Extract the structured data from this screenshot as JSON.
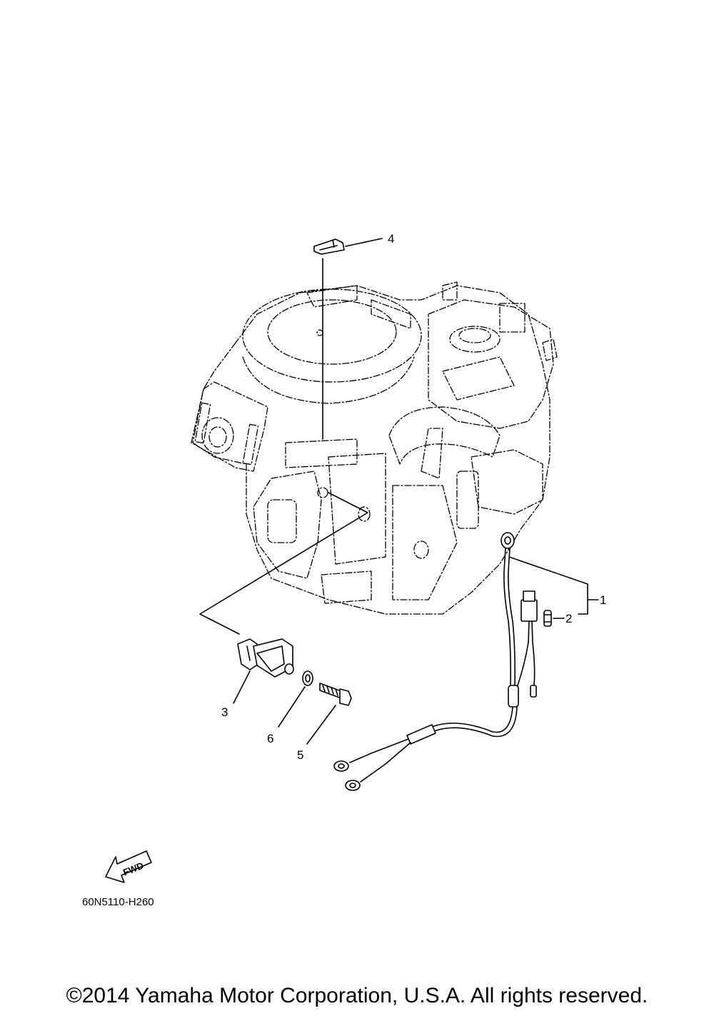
{
  "callouts": {
    "c1": "1",
    "c2": "2",
    "c3": "3",
    "c4": "4",
    "c5": "5",
    "c6": "6"
  },
  "fwd_label": "FWD",
  "drawing_code": "60N5110-H260",
  "copyright": "©2014 Yamaha Motor Corporation, U.S.A. All rights reserved."
}
